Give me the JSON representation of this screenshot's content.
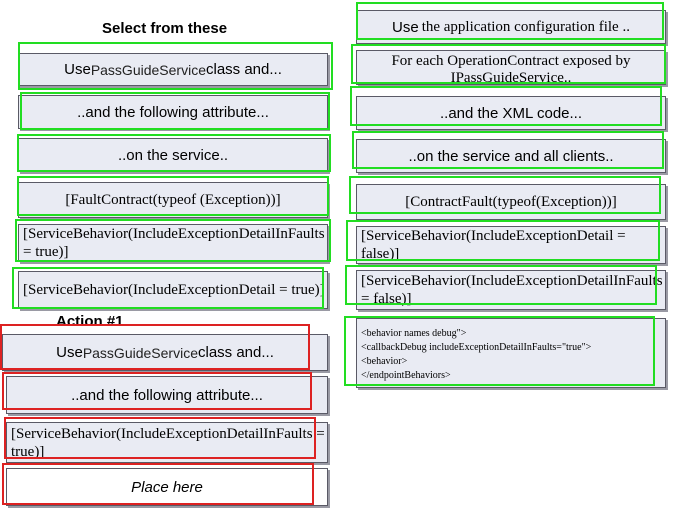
{
  "headings": {
    "select": "Select from these",
    "action1": "Action #1"
  },
  "left_options": [
    {
      "pre": "Use ",
      "mid": "PassGuideService",
      "post": " class and..."
    },
    {
      "text": "..and the following attribute..."
    },
    {
      "text": "..on the service.."
    },
    {
      "text": "[FaultContract(typeof (Exception))]"
    },
    {
      "text": "[ServiceBehavior(IncludeExceptionDetailInFaults = true)]"
    },
    {
      "text": "[ServiceBehavior(IncludeExceptionDetail = true)]"
    }
  ],
  "right_options": [
    {
      "pre": "Use ",
      "post": "the application configuration file .."
    },
    {
      "text": "For each OperationContract exposed by IPassGuideService.."
    },
    {
      "text": "..and the XML code..."
    },
    {
      "text": "..on the service and all clients.."
    },
    {
      "text": "[ContractFault(typeof(Exception))]"
    },
    {
      "text": "[ServiceBehavior(IncludeExceptionDetail = false)]"
    },
    {
      "text": "[ServiceBehavior(IncludeExceptionDetailInFaults = false)]"
    }
  ],
  "xml_code": {
    "lines": [
      "<behavior names debug\">",
      "<callbackDebug includeExceptionDetailInFaults=\"true\">",
      "<behavior>",
      "</endpointBehaviors>"
    ]
  },
  "action_slots": [
    {
      "pre": "Use ",
      "mid": "PassGuideService",
      "post": " class and..."
    },
    {
      "text": "..and the following attribute..."
    },
    {
      "text": "[ServiceBehavior(IncludeExceptionDetailInFaults = true)]"
    },
    {
      "text": "Place here"
    }
  ],
  "colors": {
    "tile_bg": "#e9ebf3",
    "tile_border": "#5a5a66",
    "highlight_green": "#22dd22",
    "highlight_red": "#dd2222"
  }
}
